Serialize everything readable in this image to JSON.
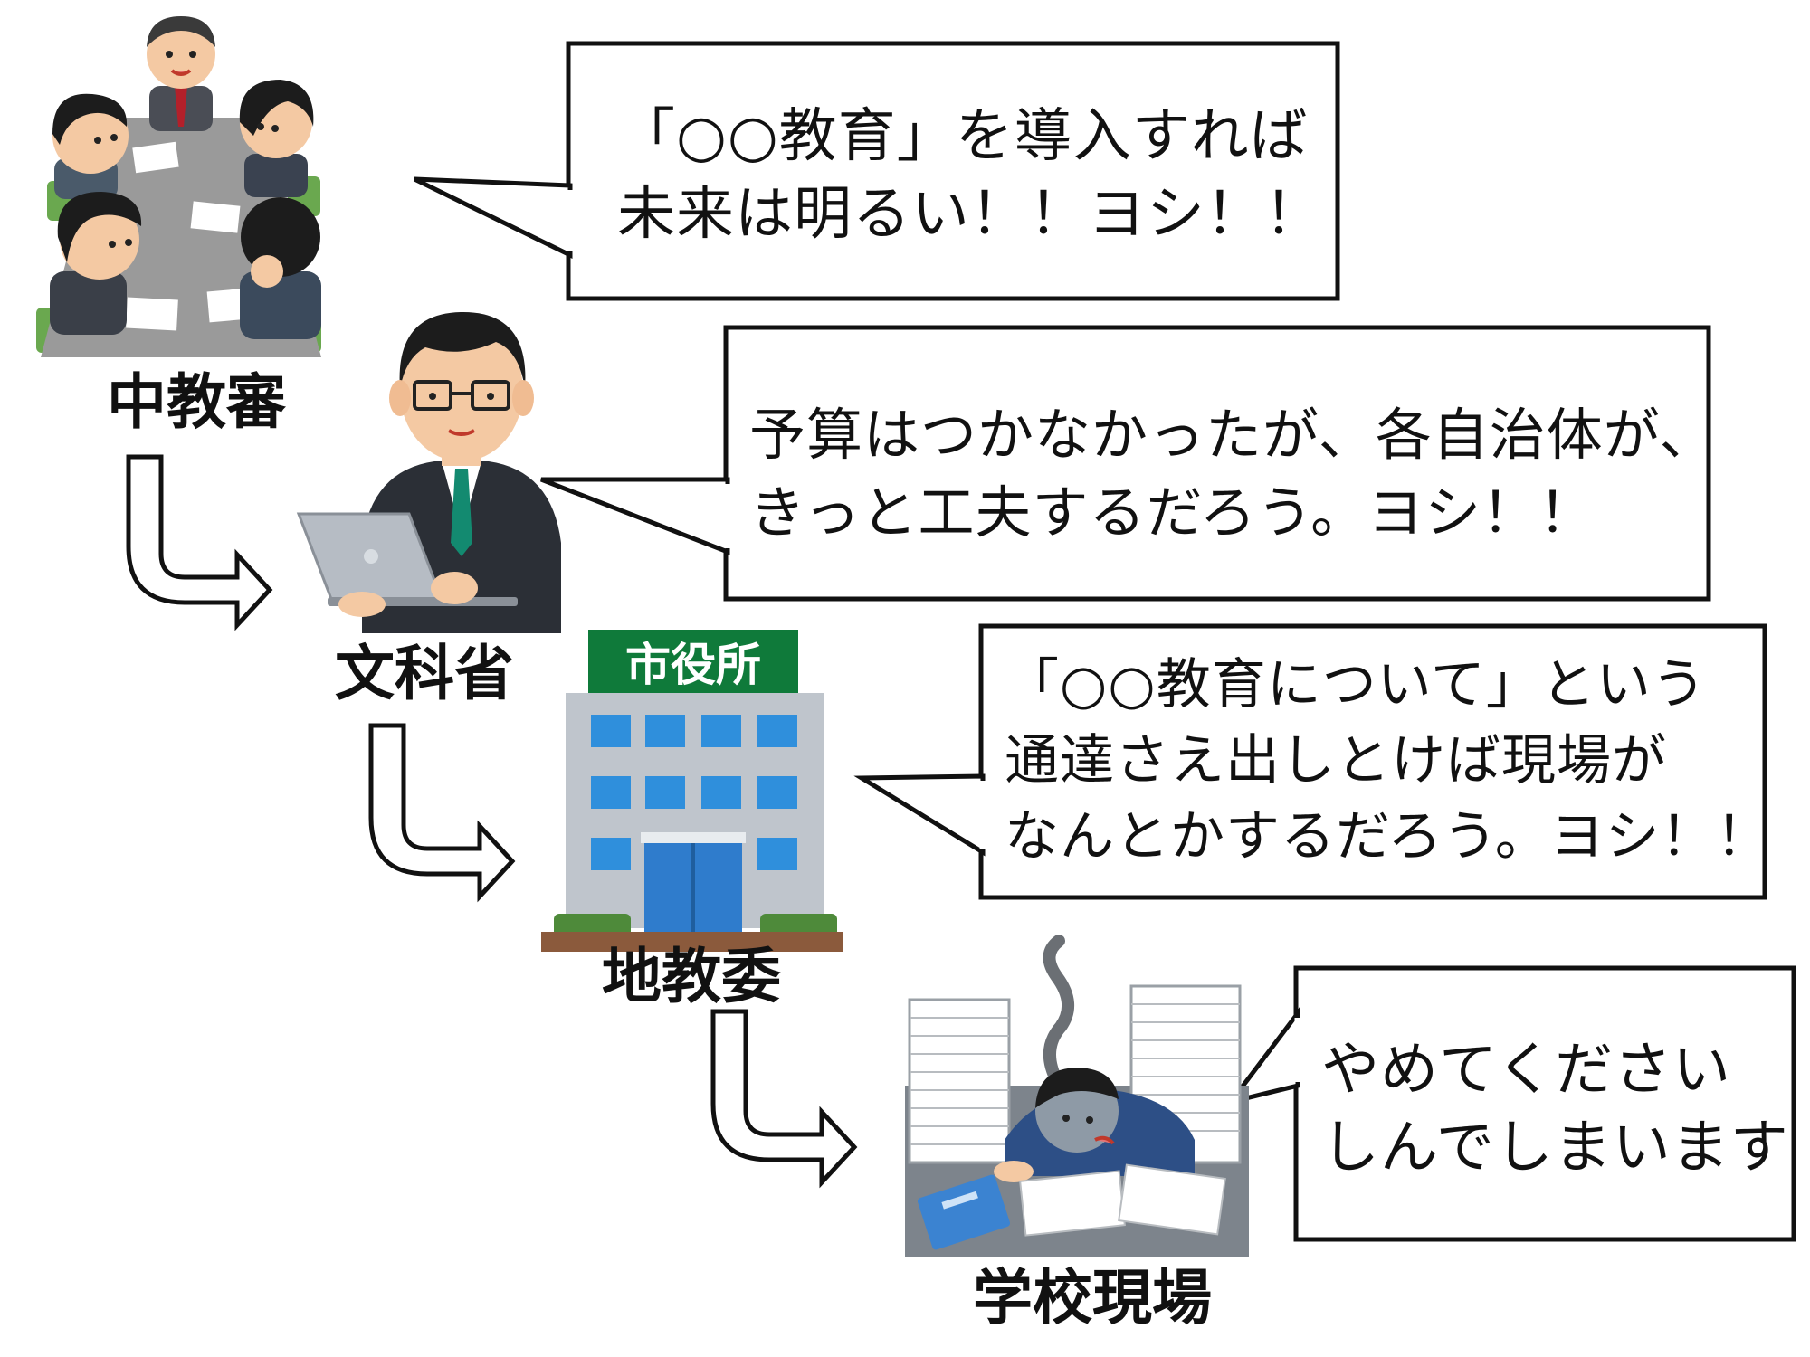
{
  "nodes": [
    {
      "id": "chukyoshin",
      "label": "中教審",
      "speech": [
        "「○○教育」を導入すれば",
        "未来は明るい！！ヨシ！！"
      ]
    },
    {
      "id": "monkasho",
      "label": "文科省",
      "speech": [
        "予算はつかなかったが、各自治体が、",
        "きっと工夫するだろう。ヨシ！！"
      ]
    },
    {
      "id": "chikyoi",
      "label": "地教委",
      "speech": [
        "「○○教育について」という",
        "通達さえ出しとけば現場が",
        "なんとかするだろう。ヨシ！！"
      ]
    },
    {
      "id": "gakko",
      "label": "学校現場",
      "speech": [
        "やめてください",
        "しんでしまいます"
      ]
    }
  ],
  "sign": {
    "text": "市役所"
  },
  "colors": {
    "sign_green": "#0f7a3a",
    "window_blue": "#2f8fdc",
    "suit": "#2b2f36",
    "tie": "#138a70",
    "table": "#9a9a9a",
    "chair": "#6aa84f"
  },
  "icons": [
    "meeting-people-icon",
    "official-laptop-icon",
    "city-hall-building-icon",
    "exhausted-worker-icon",
    "flow-arrow-icon"
  ]
}
